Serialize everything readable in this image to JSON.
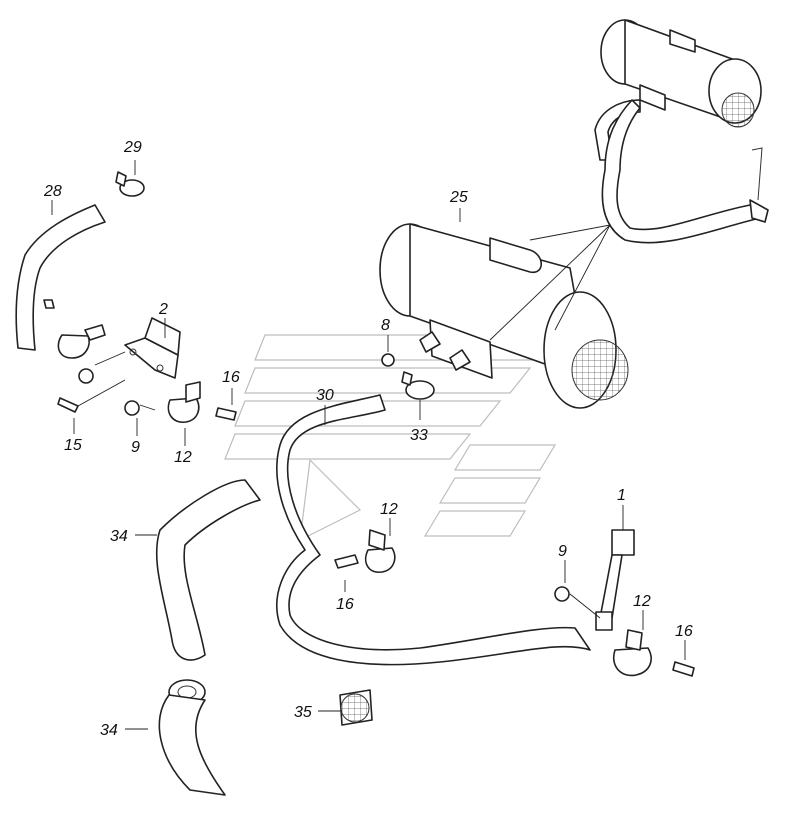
{
  "callouts": {
    "c28": "28",
    "c29": "29",
    "c2": "2",
    "c15": "15",
    "c9a": "9",
    "c12a": "12",
    "c16a": "16",
    "c30": "30",
    "c8": "8",
    "c33": "33",
    "c25": "25",
    "c34a": "34",
    "c34b": "34",
    "c12b": "12",
    "c16b": "16",
    "c1": "1",
    "c9b": "9",
    "c12c": "12",
    "c16c": "16",
    "c35": "35"
  }
}
